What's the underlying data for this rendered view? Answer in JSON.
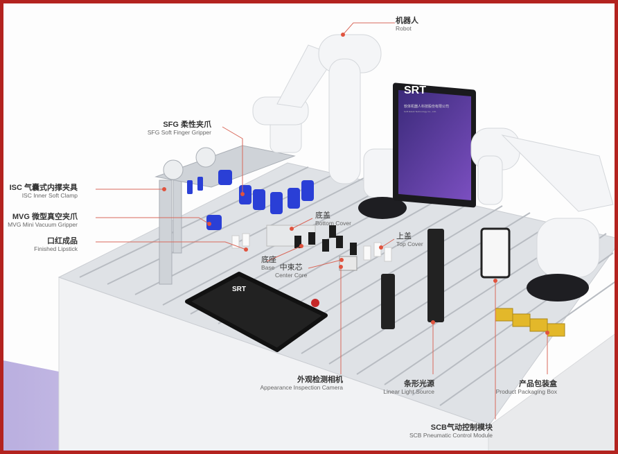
{
  "title": "SRT robotic lipstick assembly workstation",
  "monitor": {
    "brand": "SRT",
    "company_cn": "软体机器人科技股份有限公司",
    "company_en": "Soft Robot Technology Co., Ltd."
  },
  "tablet": {
    "brand": "SRT"
  },
  "labels": {
    "robot": {
      "cn": "机器人",
      "en": "Robot"
    },
    "sfg": {
      "cn": "SFG 柔性夹爪",
      "en": "SFG Soft Finger Gripper"
    },
    "isc": {
      "cn": "ISC 气囊式内撑夹具",
      "en": "ISC Inner Soft Clamp"
    },
    "mvg": {
      "cn": "MVG 微型真空夹爪",
      "en": "MVG Mini Vacuum Gripper"
    },
    "lipstick": {
      "cn": "口红成品",
      "en": "Finished Lipstick"
    },
    "bottom_cover": {
      "cn": "底盖",
      "en": "Bottom Cover"
    },
    "top_cover": {
      "cn": "上盖",
      "en": "Top Cover"
    },
    "base": {
      "cn": "底座",
      "en": "Base"
    },
    "center_core": {
      "cn": "中束芯",
      "en": "Center Core"
    },
    "camera": {
      "cn": "外观检测相机",
      "en": "Appearance Inspection Camera"
    },
    "light": {
      "cn": "条形光源",
      "en": "Linear Light Source"
    },
    "box": {
      "cn": "产品包装盒",
      "en": "Product Packaging Box"
    },
    "scb": {
      "cn": "SCB气动控制模块",
      "en": "SCB Pneumatic Control Module"
    }
  },
  "colors": {
    "frame": "#b3231f",
    "leader": "#d9685a",
    "gripper": "#2a3fd6",
    "screen": "#4a2f8c",
    "stripe": "#b9aee0"
  }
}
